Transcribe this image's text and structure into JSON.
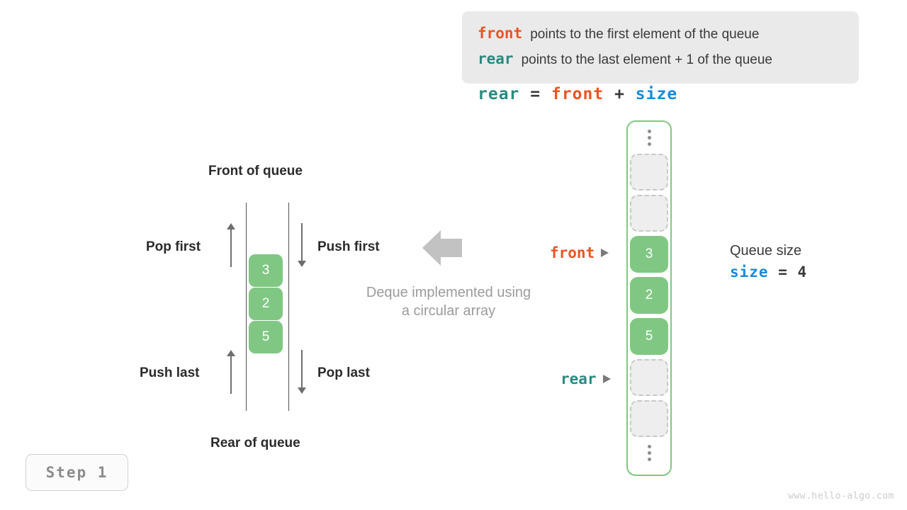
{
  "legend": {
    "lines": [
      {
        "keyword": "front",
        "keyword_color": "#eb5424",
        "text": "points to the first element of the queue"
      },
      {
        "keyword": "rear",
        "keyword_color": "#2a8a80",
        "text": "points to the last element + 1 of the queue"
      }
    ]
  },
  "formula": {
    "lhs": "rear",
    "eq": "=",
    "rhs1": "front",
    "plus": "+",
    "rhs2": "size"
  },
  "deque": {
    "title_top": "Front of queue",
    "title_bottom": "Rear of queue",
    "cells": [
      "3",
      "2",
      "5"
    ],
    "operations": {
      "pop_first": "Pop first",
      "push_first": "Push first",
      "push_last": "Push last",
      "pop_last": "Pop last"
    },
    "caption_line1": "Deque implemented using",
    "caption_line2": "a circular array"
  },
  "array": {
    "cells": [
      {
        "value": "",
        "state": "empty"
      },
      {
        "value": "",
        "state": "empty"
      },
      {
        "value": "3",
        "state": "filled"
      },
      {
        "value": "2",
        "state": "filled"
      },
      {
        "value": "5",
        "state": "filled"
      },
      {
        "value": "",
        "state": "empty"
      },
      {
        "value": "",
        "state": "empty"
      }
    ],
    "pointers": {
      "front": "front",
      "rear": "rear"
    }
  },
  "size_info": {
    "caption": "Queue size",
    "label": "size",
    "eq": "=",
    "value": "4"
  },
  "step": {
    "label": "Step 1"
  },
  "watermark": {
    "text": "www.hello-algo.com"
  },
  "colors": {
    "accent_green": "#81c784",
    "front": "#eb5424",
    "rear": "#2a8a80",
    "size": "#1b8ad4",
    "gray_arrow": "#c2c2c2"
  }
}
